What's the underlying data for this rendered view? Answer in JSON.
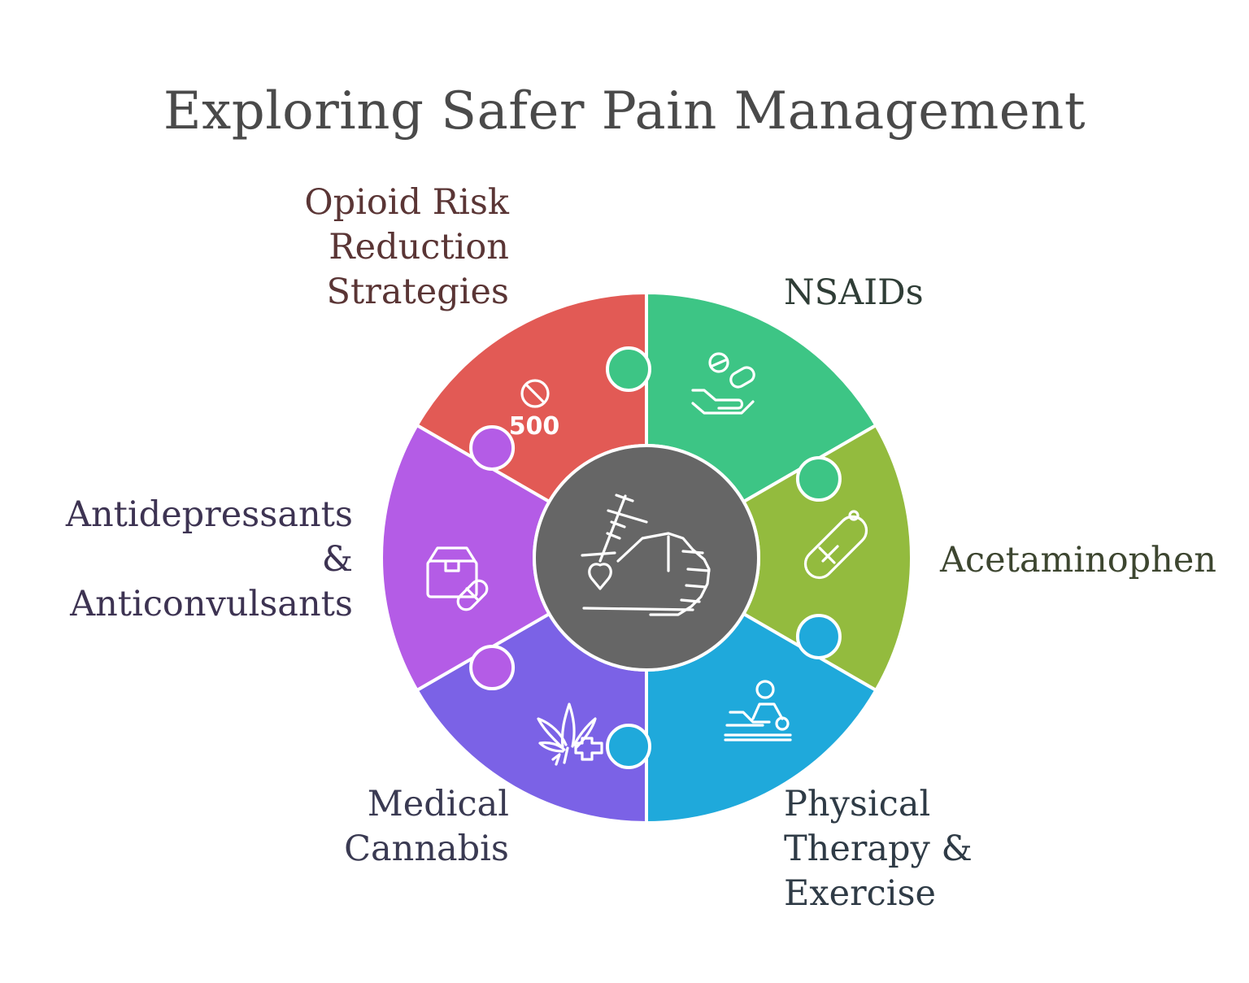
{
  "title": "Exploring Safer Pain Management",
  "center": {
    "icon": "fist-with-syringe-icon",
    "color": "#666666"
  },
  "segments": [
    {
      "key": "opioid",
      "label_lines": [
        "Opioid Risk",
        "Reduction",
        "Strategies"
      ],
      "color": "#e25a55",
      "text_color": "#5a3535",
      "icon": "no-symbol-500-icon",
      "icon_text": "500"
    },
    {
      "key": "nsaids",
      "label_lines": [
        "NSAIDs"
      ],
      "color": "#3dc585",
      "text_color": "#2f3d36",
      "icon": "hand-with-pills-icon"
    },
    {
      "key": "acetaminophen",
      "label_lines": [
        "Acetaminophen"
      ],
      "color": "#93bb3e",
      "text_color": "#3d4630",
      "icon": "pill-capsule-icon"
    },
    {
      "key": "physical_therapy",
      "label_lines": [
        "Physical",
        "Therapy &",
        "Exercise"
      ],
      "color": "#1fa9db",
      "text_color": "#2f3b46",
      "icon": "massage-therapy-icon"
    },
    {
      "key": "cannabis",
      "label_lines": [
        "Medical",
        "Cannabis"
      ],
      "color": "#7b62e6",
      "text_color": "#3a3a52",
      "icon": "cannabis-leaf-plus-icon"
    },
    {
      "key": "antidepressants",
      "label_lines": [
        "Antidepressants",
        "&",
        "Anticonvulsants"
      ],
      "color": "#b45ce6",
      "text_color": "#3d3352",
      "icon": "medicine-box-pill-icon"
    }
  ]
}
